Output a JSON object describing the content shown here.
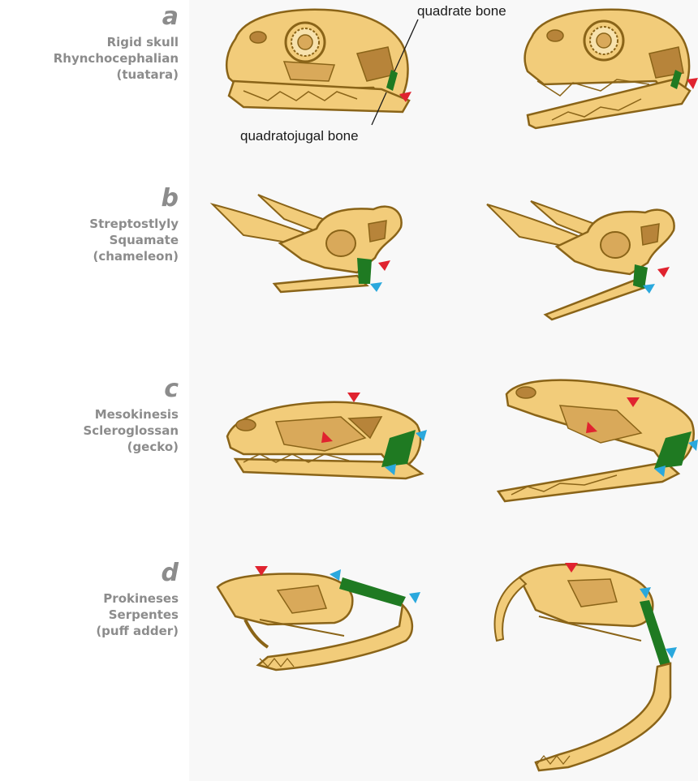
{
  "colors": {
    "bone_fill": "#f2cc7a",
    "bone_stroke": "#8a6418",
    "bone_dark": "#b7843a",
    "highlight_bone": "#1f7a22",
    "marker_red": "#e0232f",
    "marker_blue": "#2aa8dd"
  },
  "annotations": {
    "quadrate_bone": "quadrate bone",
    "quadratojugal_bone": "quadratojugal bone"
  },
  "rows": [
    {
      "letter": "a",
      "line1": "Rigid skull",
      "line2": "Rhynchocephalian",
      "line3": "(tuatara)"
    },
    {
      "letter": "b",
      "line1": "Streptostlyly",
      "line2": "Squamate",
      "line3": "(chameleon)"
    },
    {
      "letter": "c",
      "line1": "Mesokinesis",
      "line2": "Scleroglossan",
      "line3": "(gecko)"
    },
    {
      "letter": "d",
      "line1": "Prokineses",
      "line2": "Serpentes",
      "line3": "(puff adder)"
    }
  ]
}
